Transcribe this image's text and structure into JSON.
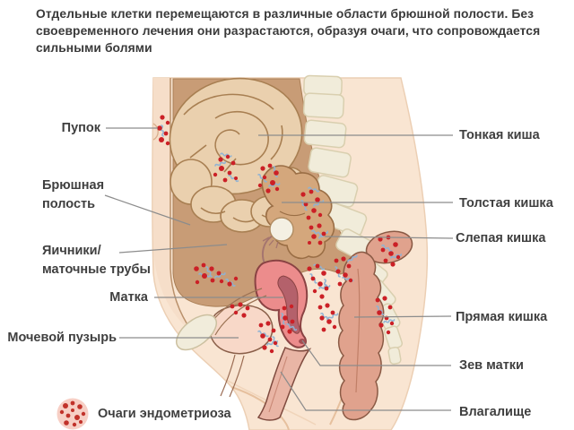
{
  "title": "Отдельные клетки перемещаются в различные области брюшной полости. Без\nсвоевременного лечения они разрастаются, образуя очаги, что сопровождается\nсильными болями",
  "labels": {
    "navel": "Пупок",
    "abdominal_cavity": "Брюшная\nполость",
    "ovaries_tubes": "Яичники/\nматочные трубы",
    "uterus": "Матка",
    "bladder": "Мочевой пузырь",
    "small_intestine": "Тонкая киша",
    "large_intestine": "Толстая кишка",
    "cecum": "Слепая кишка",
    "rectum": "Прямая кишка",
    "cervix_os": "Зев матки",
    "vagina": "Влагалище"
  },
  "legend": {
    "foci_label": "Очаги эндометриоза",
    "foci_icon": "red-dots-circle-icon"
  },
  "colors": {
    "foci_red": "#cb2026",
    "adhesion_blue": "#8fb3d4",
    "body_skin": "#f9e5d2",
    "cavity_tan": "#c89c76",
    "intestine_tan": "#ead0ae",
    "uterus_pink": "#ec8c8c",
    "bone_cream": "#f1ecda",
    "label_text": "#3f3f3f",
    "leader_line": "#8c8c8c"
  }
}
